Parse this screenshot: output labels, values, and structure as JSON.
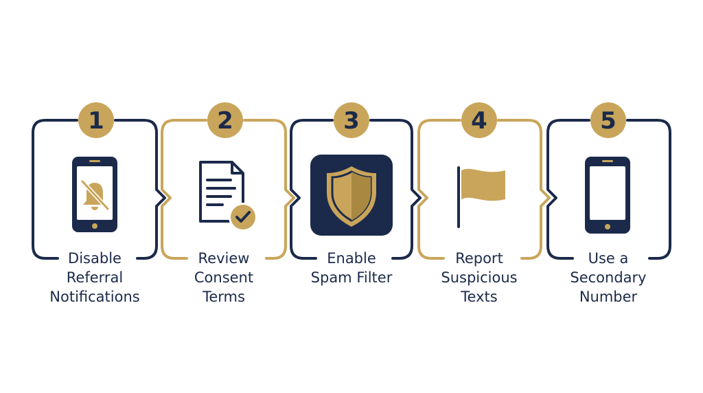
{
  "colors": {
    "navy": "#1b2a4a",
    "gold": "#c9a55b",
    "background": "#ffffff"
  },
  "steps": [
    {
      "number": "1",
      "label": "Disable\nReferral\nNotifications",
      "frame_color": "navy",
      "icon": "muted-bell-phone-icon"
    },
    {
      "number": "2",
      "label": "Review\nConsent\nTerms",
      "frame_color": "gold",
      "icon": "document-check-icon"
    },
    {
      "number": "3",
      "label": "Enable\nSpam Filter",
      "frame_color": "navy",
      "icon": "shield-icon"
    },
    {
      "number": "4",
      "label": "Report\nSuspicious\nTexts",
      "frame_color": "gold",
      "icon": "flag-icon"
    },
    {
      "number": "5",
      "label": "Use a\nSecondary\nNumber",
      "frame_color": "navy",
      "icon": "phone-icon"
    }
  ]
}
